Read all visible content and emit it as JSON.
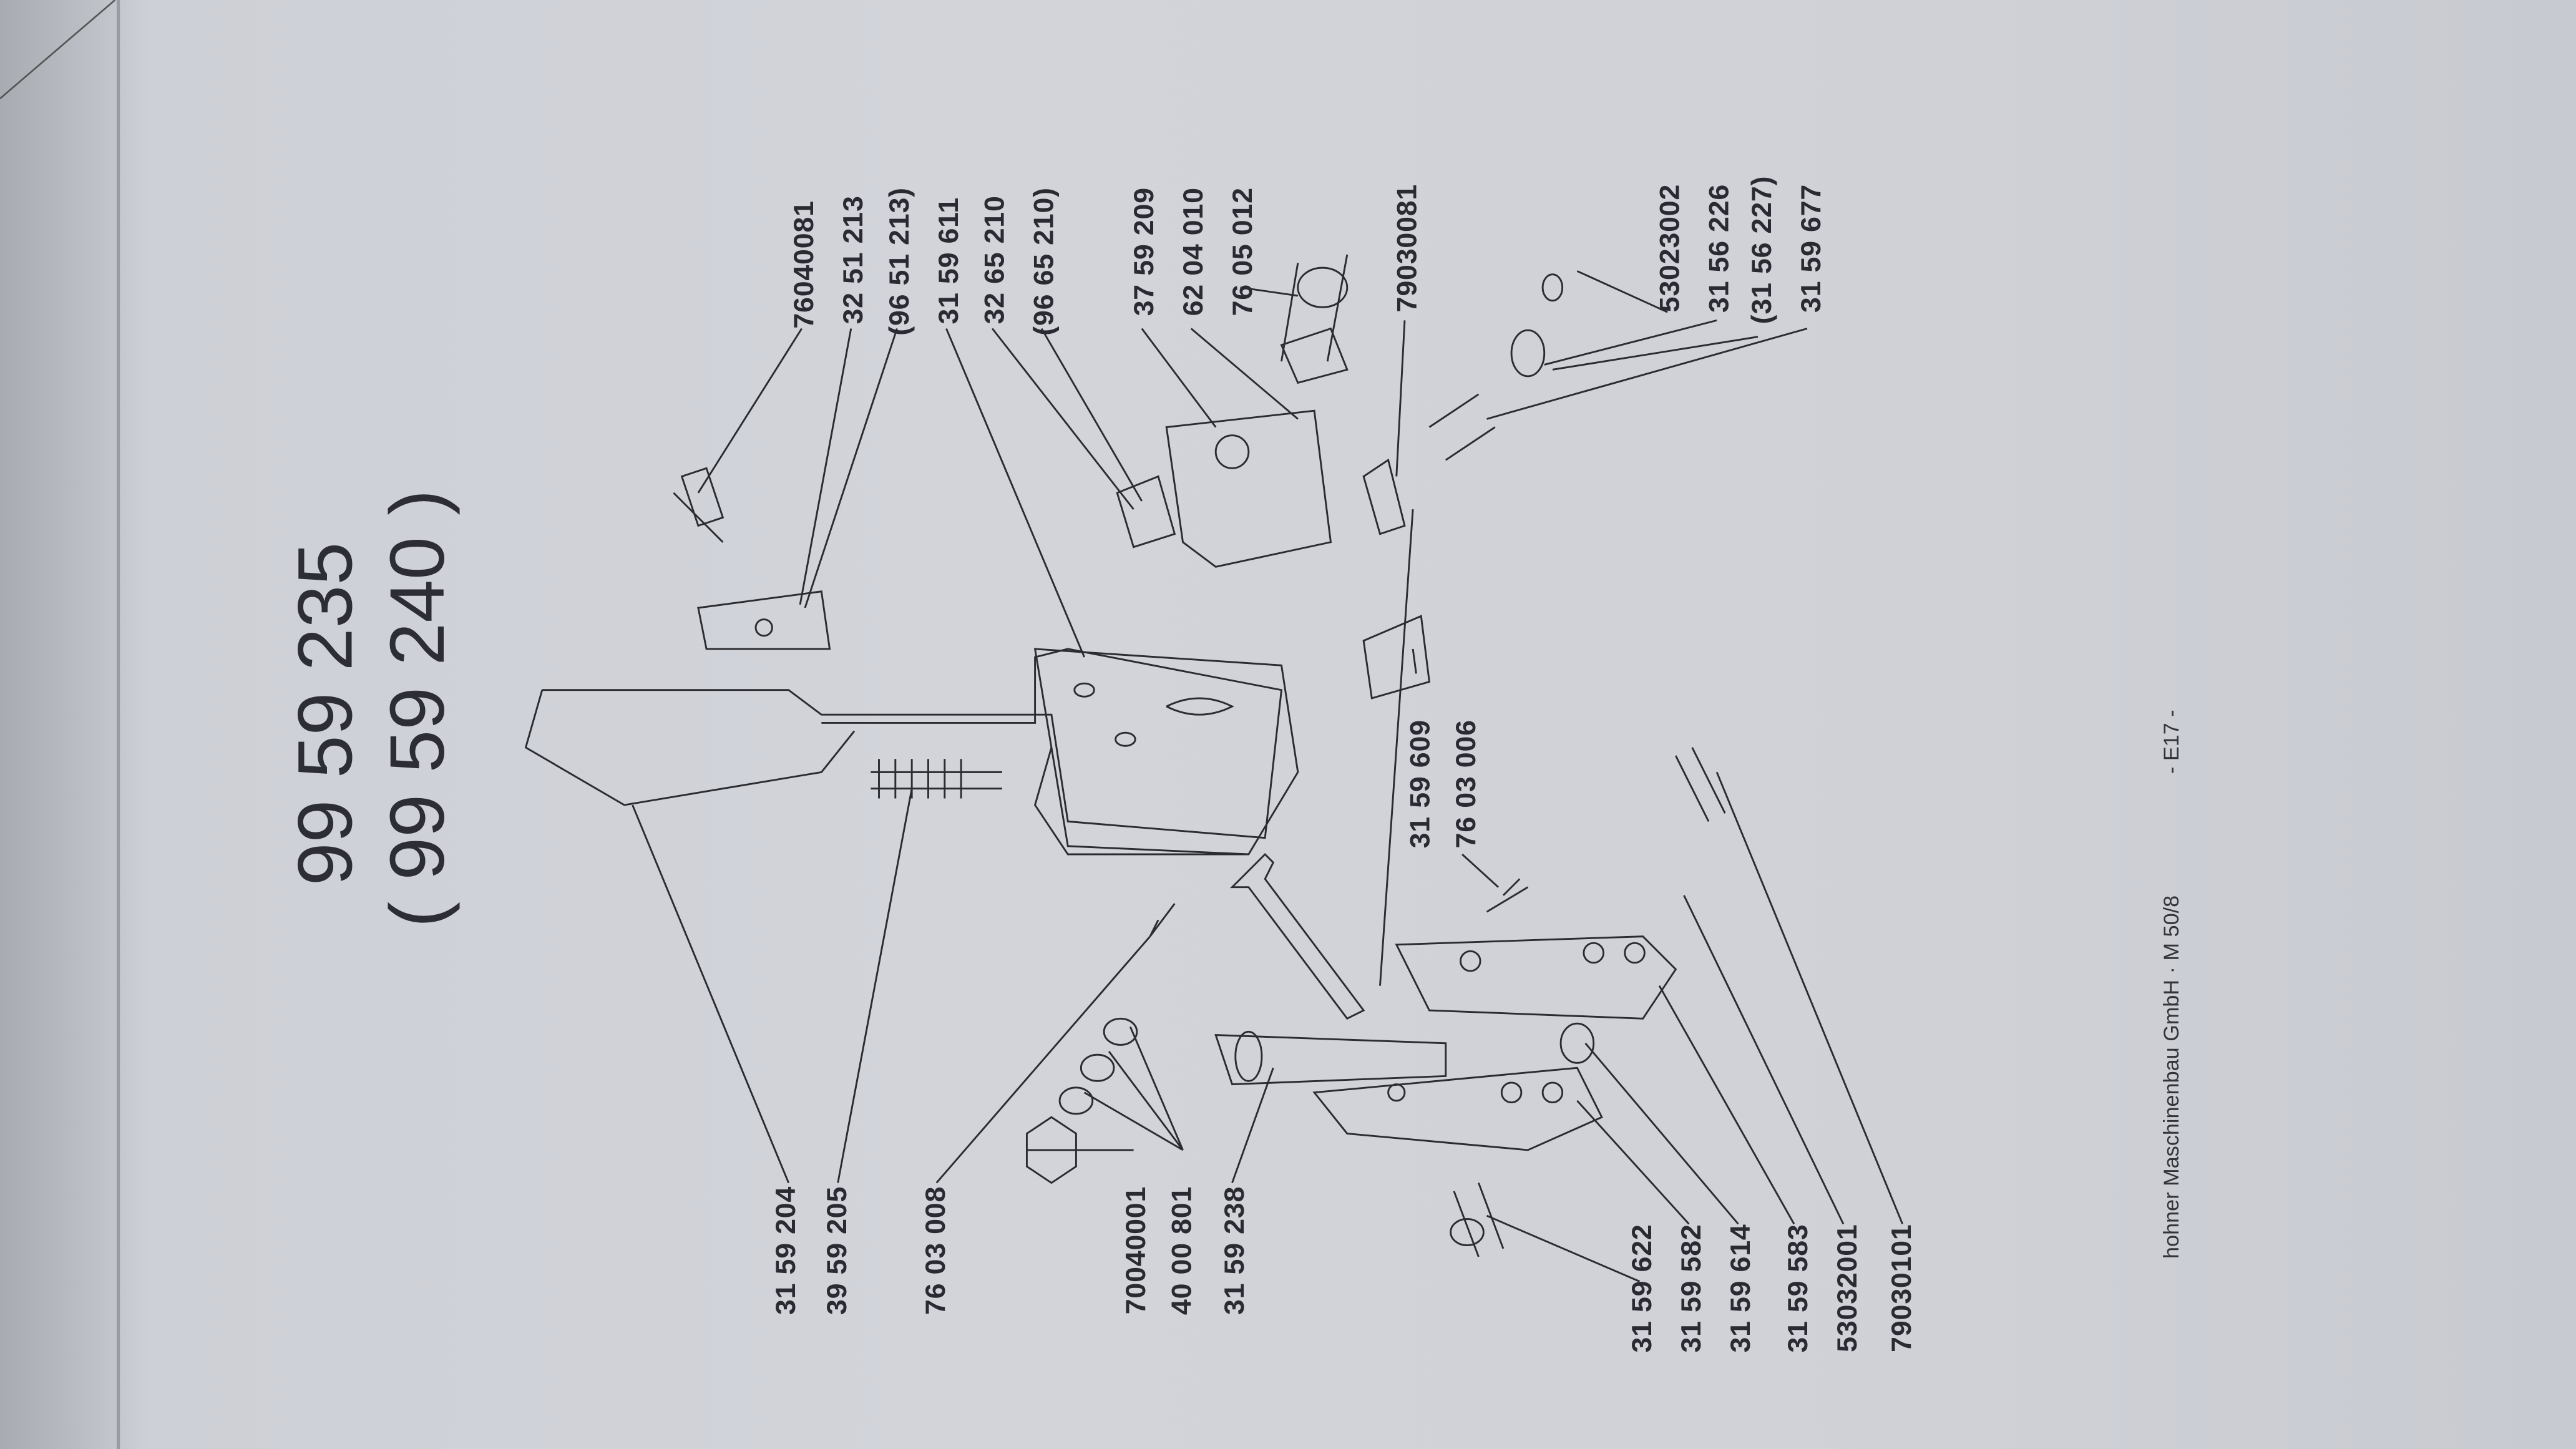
{
  "title": {
    "main": "99 59 235",
    "alt": "( 99 59 240 )"
  },
  "labels_top": [
    "76040081",
    "32 51 213",
    "(96 51 213)",
    "31 59 611",
    "32 65 210",
    "(96 65 210)",
    "37 59 209",
    "62 04 010",
    "76 05 012",
    "79030081",
    "53023002",
    "31 56 226",
    "(31 56 227)",
    "31 59 677"
  ],
  "labels_middle": [
    "31 59 609",
    "76 03 006"
  ],
  "labels_bottom": [
    "31 59 204",
    "39 59 205",
    "76 03 008",
    "70040001",
    "40 00 801",
    "31 59 238",
    "31 59 622",
    "31 59 582",
    "31 59 614",
    "31 59 583",
    "53032001",
    "79030101"
  ],
  "footer": {
    "company": "hohner Maschinenbau GmbH · M 50/8",
    "page": "- E17 -"
  }
}
